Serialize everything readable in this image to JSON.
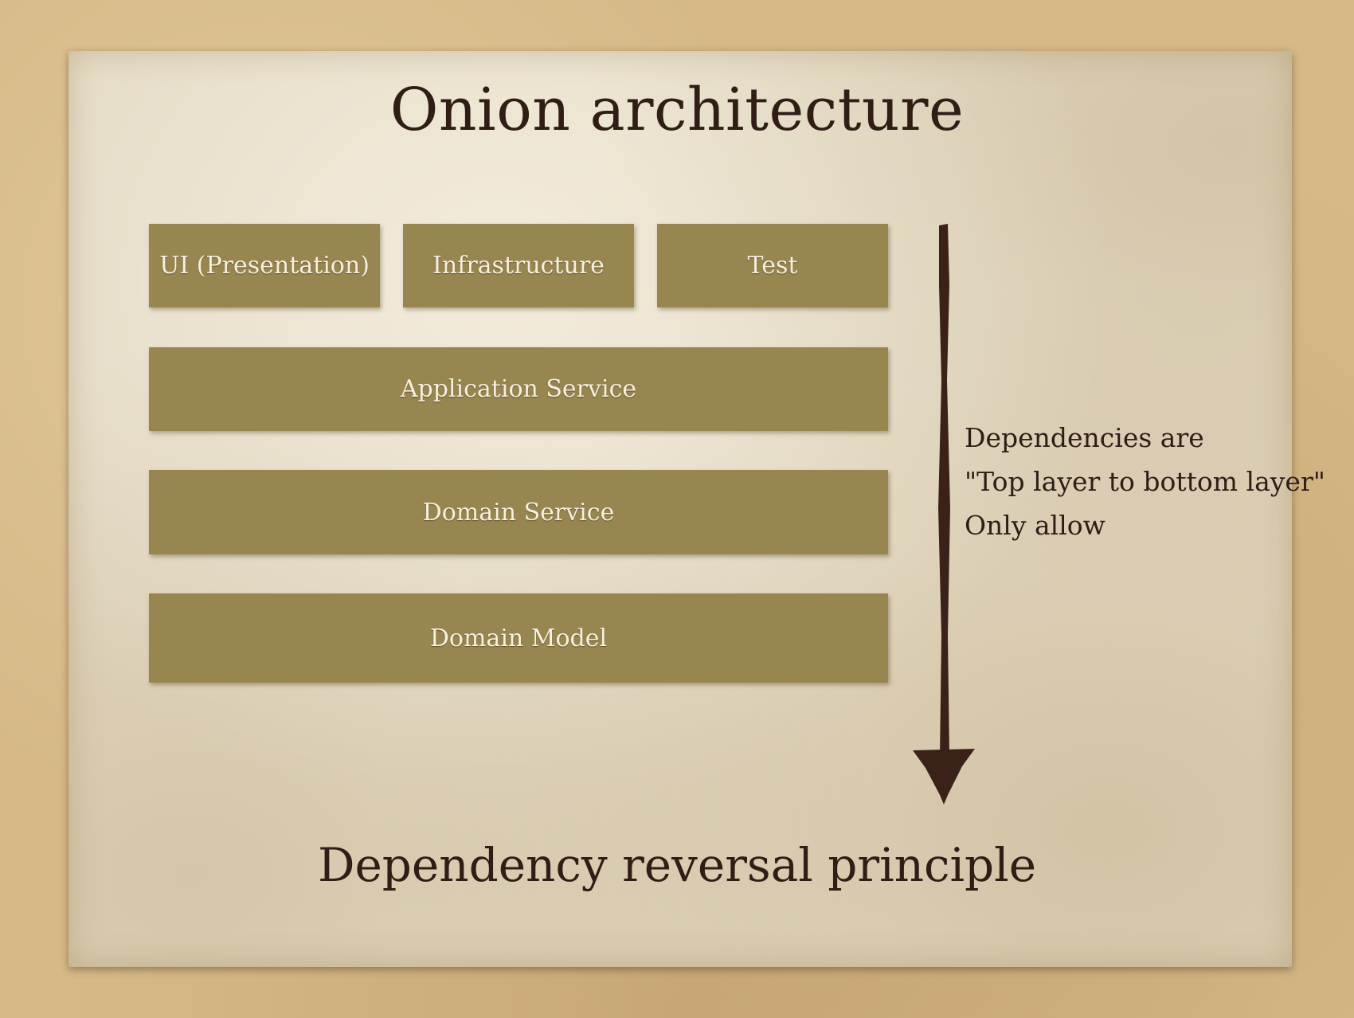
{
  "slide": {
    "title": "Onion architecture",
    "subtitle": "Dependency reversal principle"
  },
  "layers": {
    "top_row": [
      {
        "label": "UI (Presentation)"
      },
      {
        "label": "Infrastructure"
      },
      {
        "label": "Test"
      }
    ],
    "application_service": "Application Service",
    "domain_service": "Domain Service",
    "domain_model": "Domain Model"
  },
  "annotation": {
    "lines": [
      "Dependencies are",
      "\"Top layer to bottom layer\"",
      "Only allow"
    ]
  },
  "colors": {
    "layer_fill": "#978650",
    "layer_text": "#f6f0e0",
    "ink": "#2f1d16",
    "paper": "#e3d9c3",
    "background": "#d6b987"
  },
  "icons": {
    "arrow": "arrow-down-icon"
  }
}
